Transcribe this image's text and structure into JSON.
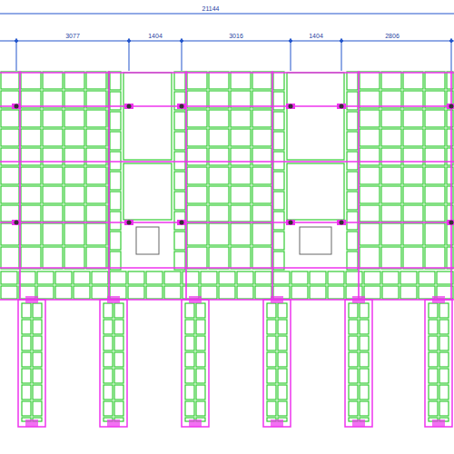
{
  "diagram": {
    "labels": [
      "21144",
      "3077",
      "1404",
      "3016",
      "1404",
      "2806"
    ]
  }
}
